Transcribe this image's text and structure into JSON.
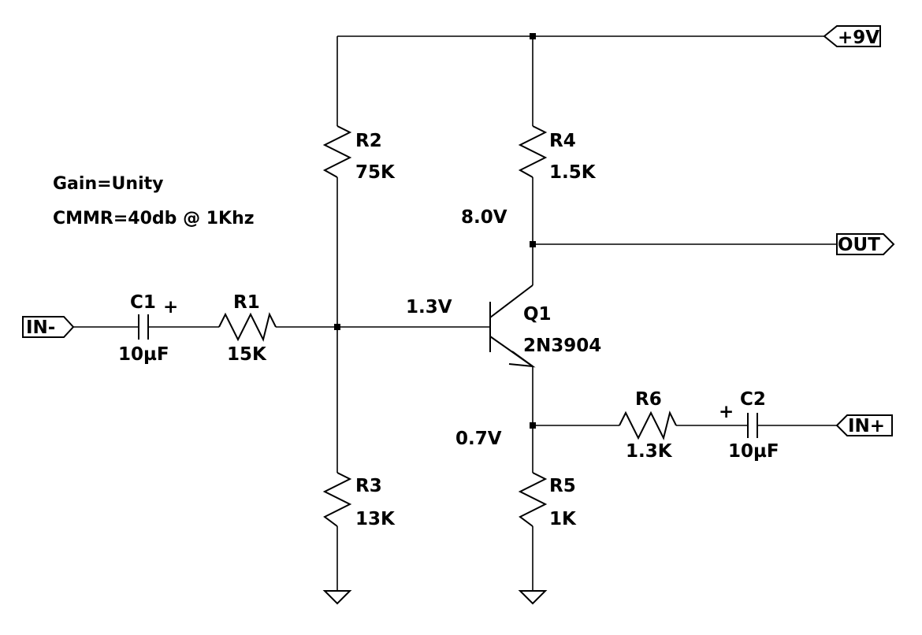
{
  "notes": {
    "gain": "Gain=Unity",
    "cmmr": "CMMR=40db @ 1Khz"
  },
  "ports": {
    "vcc": "+9V",
    "out": "OUT",
    "in_minus": "IN-",
    "in_plus": "IN+"
  },
  "components": {
    "R1": {
      "ref": "R1",
      "value": "15K"
    },
    "R2": {
      "ref": "R2",
      "value": "75K"
    },
    "R3": {
      "ref": "R3",
      "value": "13K"
    },
    "R4": {
      "ref": "R4",
      "value": "1.5K"
    },
    "R5": {
      "ref": "R5",
      "value": "1K"
    },
    "R6": {
      "ref": "R6",
      "value": "1.3K"
    },
    "C1": {
      "ref": "C1",
      "value": "10µF",
      "polarity": "+"
    },
    "C2": {
      "ref": "C2",
      "value": "10µF",
      "polarity": "+"
    },
    "Q1": {
      "ref": "Q1",
      "value": "2N3904"
    }
  },
  "voltages": {
    "collector": "8.0V",
    "base": "1.3V",
    "emitter": "0.7V"
  }
}
